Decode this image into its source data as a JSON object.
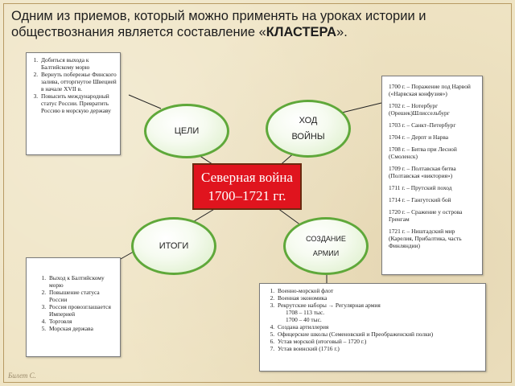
{
  "header": {
    "text_before": "Одним из приемов, который можно применять на уроках истории и обществознания является составление «",
    "highlight": "КЛАСТЕРА",
    "text_after": "»."
  },
  "center": {
    "line1": "Северная война",
    "line2": "1700–1721 гг."
  },
  "ovals": {
    "goals": "ЦЕЛИ",
    "course": "ХОД ВОЙНЫ",
    "results": "ИТОГИ",
    "army": "СОЗДАНИЕ АРМИИ"
  },
  "goals_panel": {
    "items": [
      "Добиться выхода к Балтийскому морю",
      "Вернуть побережье Финского залива, отторгнутое Швецией в начале XVII в.",
      "Повысить международный статус России. Превратить Россию в морскую державу"
    ]
  },
  "course_panel": {
    "items": [
      "1700 г. – Поражение под Нарвой («Нарвская конфузия»)",
      "1702 г. – Нотербург (Орешек)Шлиссельбург",
      "1703 г. – Санкт–Петербург",
      "1704 г. – Дерпт и Нарва",
      "1708 г. – Битва при Лесной (Смоленск)",
      "1709 г. – Полтавская битва (Полтавская «виктория»)",
      "1711 г. – Прутский поход",
      "1714 г. – Гангутский бой",
      "1720 г. – Сражение у острова Гренгам",
      "1721 г. – Ништадский мир (Карелия, Прибалтика, часть Финляндии)"
    ]
  },
  "results_panel": {
    "items": [
      "Выход к Балтийскому морю",
      "Повышение статуса России",
      "Россия провозглашается Империей",
      "Торговля",
      "Морская держава"
    ]
  },
  "army_panel": {
    "item1": "Военно-морской флот",
    "item2": "Военная экономика",
    "item3": "Рекрутские наборы → Регулярная армия",
    "item3_sub1": "1708 – 113 тыс.",
    "item3_sub2": "1700 – 40 тыс.",
    "item4": "Создана артиллерия",
    "item5": "Офицерские школы (Семеновский и Преображенский полки)",
    "item6": "Устав морской (итоговый – 1720 г.)",
    "item7": "Устав воинский (1716 г.)"
  },
  "signature": "Билет С."
}
